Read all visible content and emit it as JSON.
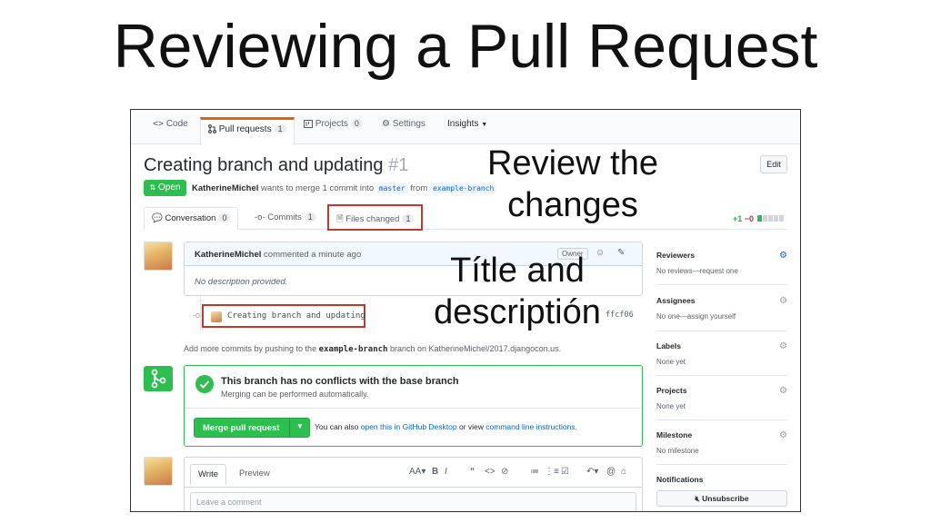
{
  "slide": {
    "title": "Reviewing a Pull Request"
  },
  "repo_nav": {
    "code": "Code",
    "pull_requests": "Pull requests",
    "pull_requests_count": "1",
    "projects": "Projects",
    "projects_count": "0",
    "settings": "Settings",
    "insights": "Insights"
  },
  "pr": {
    "title": "Creating branch and updating",
    "number": "#1",
    "edit_label": "Edit",
    "state": "Open",
    "author": "KatherineMichel",
    "merge_text_before": "wants to merge 1 commit into",
    "base_branch": "master",
    "from_text": "from",
    "head_branch": "example-branch"
  },
  "tabs": {
    "conversation": "Conversation",
    "conversation_count": "0",
    "commits": "Commits",
    "commits_count": "1",
    "files_changed": "Files changed",
    "files_changed_count": "1"
  },
  "diffstat": {
    "additions": "+1",
    "deletions": "−0"
  },
  "comment": {
    "author": "KatherineMichel",
    "action": "commented a minute ago",
    "badge": "Owner",
    "body": "No description provided."
  },
  "commit": {
    "message": "Creating branch and updating",
    "sha": "ffcf06"
  },
  "push_hint": {
    "before": "Add more commits by pushing to the",
    "branch": "example-branch",
    "middle": "branch on",
    "repo": "KatherineMichel/2017.djangocon.us."
  },
  "merge": {
    "title": "This branch has no conflicts with the base branch",
    "subtitle": "Merging can be performed automatically.",
    "button": "Merge pull request",
    "alt_before": "You can also",
    "alt_link1": "open this in GitHub Desktop",
    "alt_middle": "or view",
    "alt_link2": "command line instructions."
  },
  "editor": {
    "write_tab": "Write",
    "preview_tab": "Preview",
    "toolbar": [
      "AA▾",
      "B",
      "I",
      "“",
      "<>",
      "⊘",
      "≔",
      "⋮≡",
      "☑",
      "↶▾",
      "@",
      "⌂"
    ],
    "placeholder": "Leave a comment"
  },
  "sidebar": {
    "reviewers_title": "Reviewers",
    "reviewers_value": "No reviews—request one",
    "assignees_title": "Assignees",
    "assignees_value": "No one—assign yourself",
    "labels_title": "Labels",
    "labels_value": "None yet",
    "projects_title": "Projects",
    "projects_value": "None yet",
    "milestone_title": "Milestone",
    "milestone_value": "No milestone",
    "notifications_title": "Notifications",
    "unsubscribe": "Unsubscribe"
  },
  "callouts": {
    "review_line1": "Review the",
    "review_line2": "changes",
    "title_line1": "Títle and",
    "title_line2": "descriptión"
  },
  "colors": {
    "accent_green": "#2cbe4e",
    "highlight_red": "#c0392b",
    "link_blue": "#0366d6",
    "nav_orange": "#e36209"
  }
}
